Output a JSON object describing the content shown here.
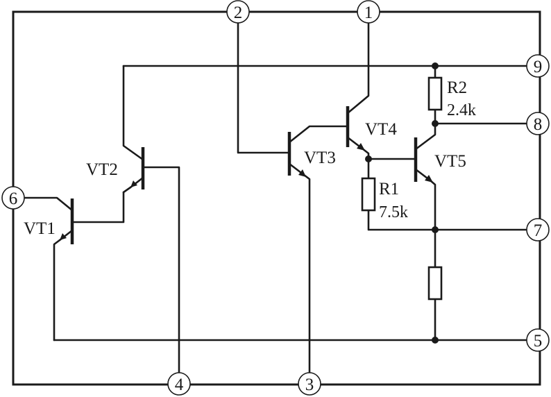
{
  "pins": {
    "p1": "1",
    "p2": "2",
    "p3": "3",
    "p4": "4",
    "p5": "5",
    "p6": "6",
    "p7": "7",
    "p8": "8",
    "p9": "9"
  },
  "transistors": {
    "vt1": "VT1",
    "vt2": "VT2",
    "vt3": "VT3",
    "vt4": "VT4",
    "vt5": "VT5"
  },
  "resistors": {
    "r1": {
      "name": "R1",
      "value": "7.5k"
    },
    "r2": {
      "name": "R2",
      "value": "2.4k"
    }
  }
}
